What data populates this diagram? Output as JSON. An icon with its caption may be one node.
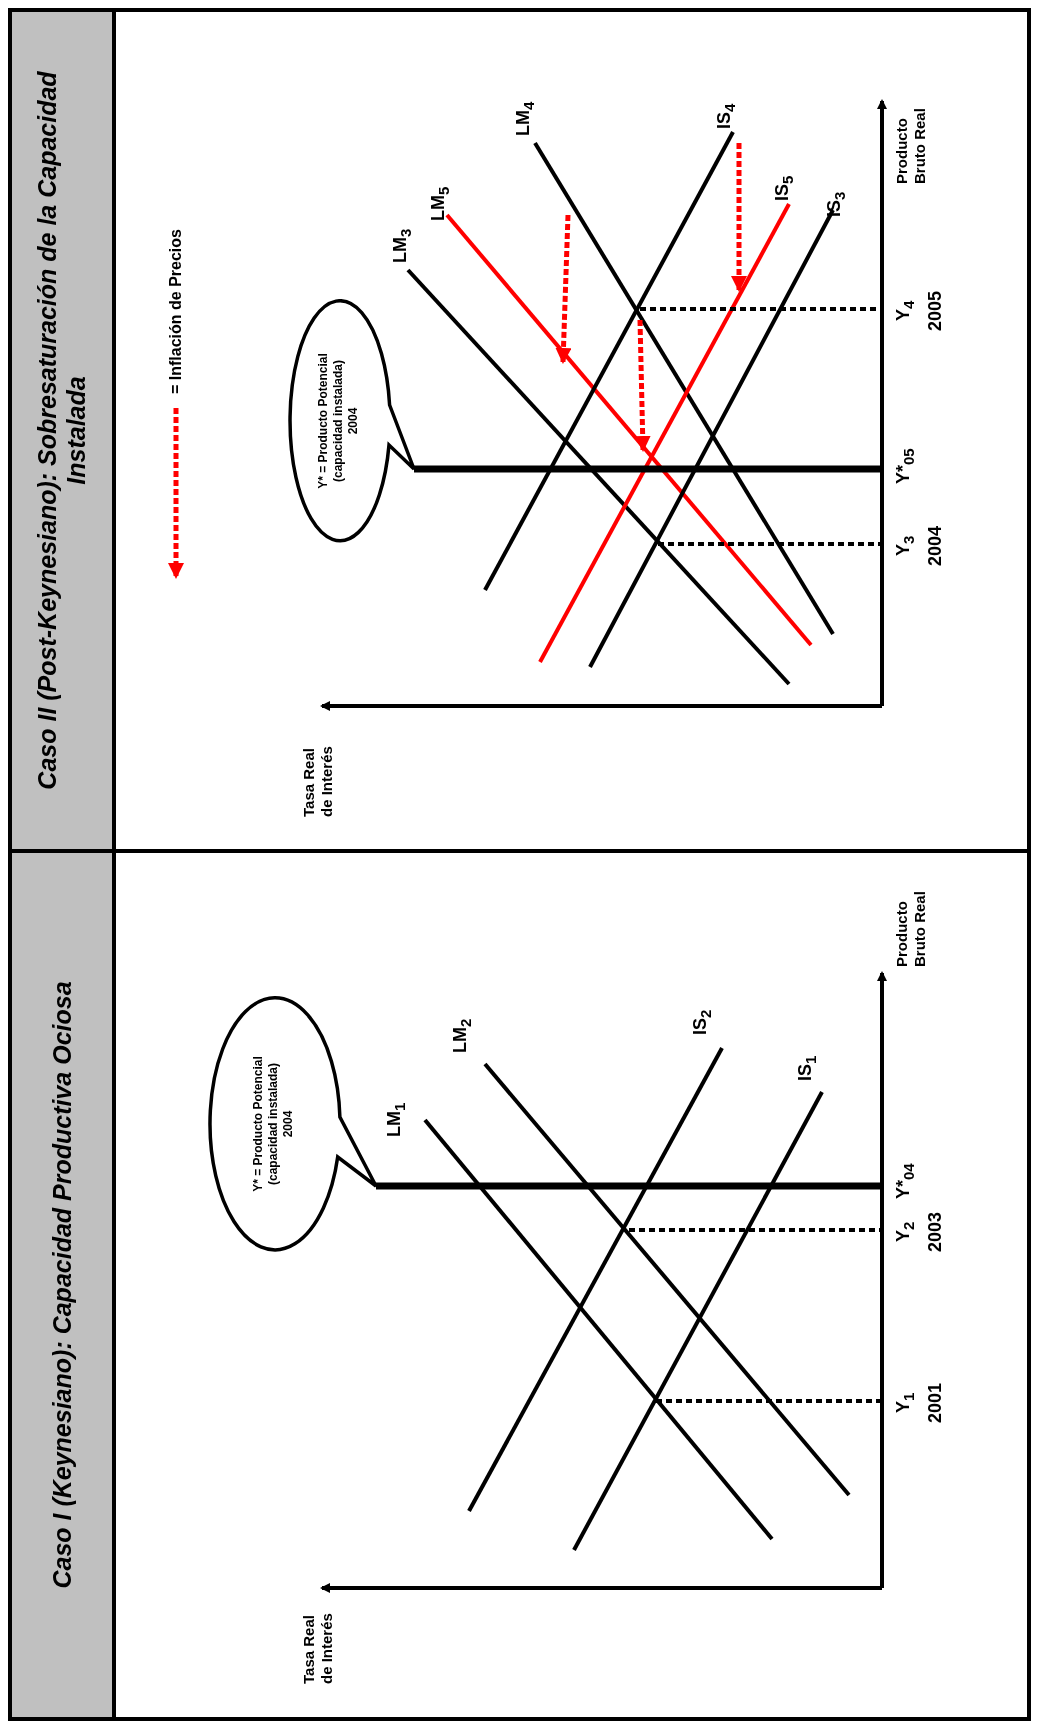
{
  "diagram": {
    "nodes": [
      {
        "text": [
          "Caso I (Keynesiano): Capacidad Productiva Ociosa"
        ]
      },
      {
        "text": [
          "Caso II (Post-Keynesiano): Sobresaturación de la Capacidad Instalada"
        ]
      },
      {
        "text": [
          "Y* = Producto Potencial (capacidad instalada) 2004"
        ],
        "in": 0
      },
      {
        "text": [
          "Y* = Producto Potencial (capacidad instalada) 2004"
        ],
        "in": 1
      }
    ],
    "labels": [
      "Tasa Real de Interés",
      "Producto Bruto Real",
      "LM$_{1}$",
      "LM$_{2}$",
      "IS$_{2}$",
      "IS$_{1}$",
      "Y$_{1}$",
      "2001",
      "Y$_{2}$",
      "2003",
      "Y*$_{04}$",
      "Tasa Real de Interés",
      "Producto Bruto Real",
      "LM$_{3}$",
      "LM$_{5}$",
      "LM$_{4}$",
      "IS$_{4}$",
      "IS$_{5}$",
      "IS$_{3}$",
      "Y$_{3}$",
      "2004",
      "Y*$_{05}$",
      "Y$_{4}$",
      "2005"
    ],
    "legend": [
      {
        "text": "= Inflación de Precios"
      }
    ]
  }
}
